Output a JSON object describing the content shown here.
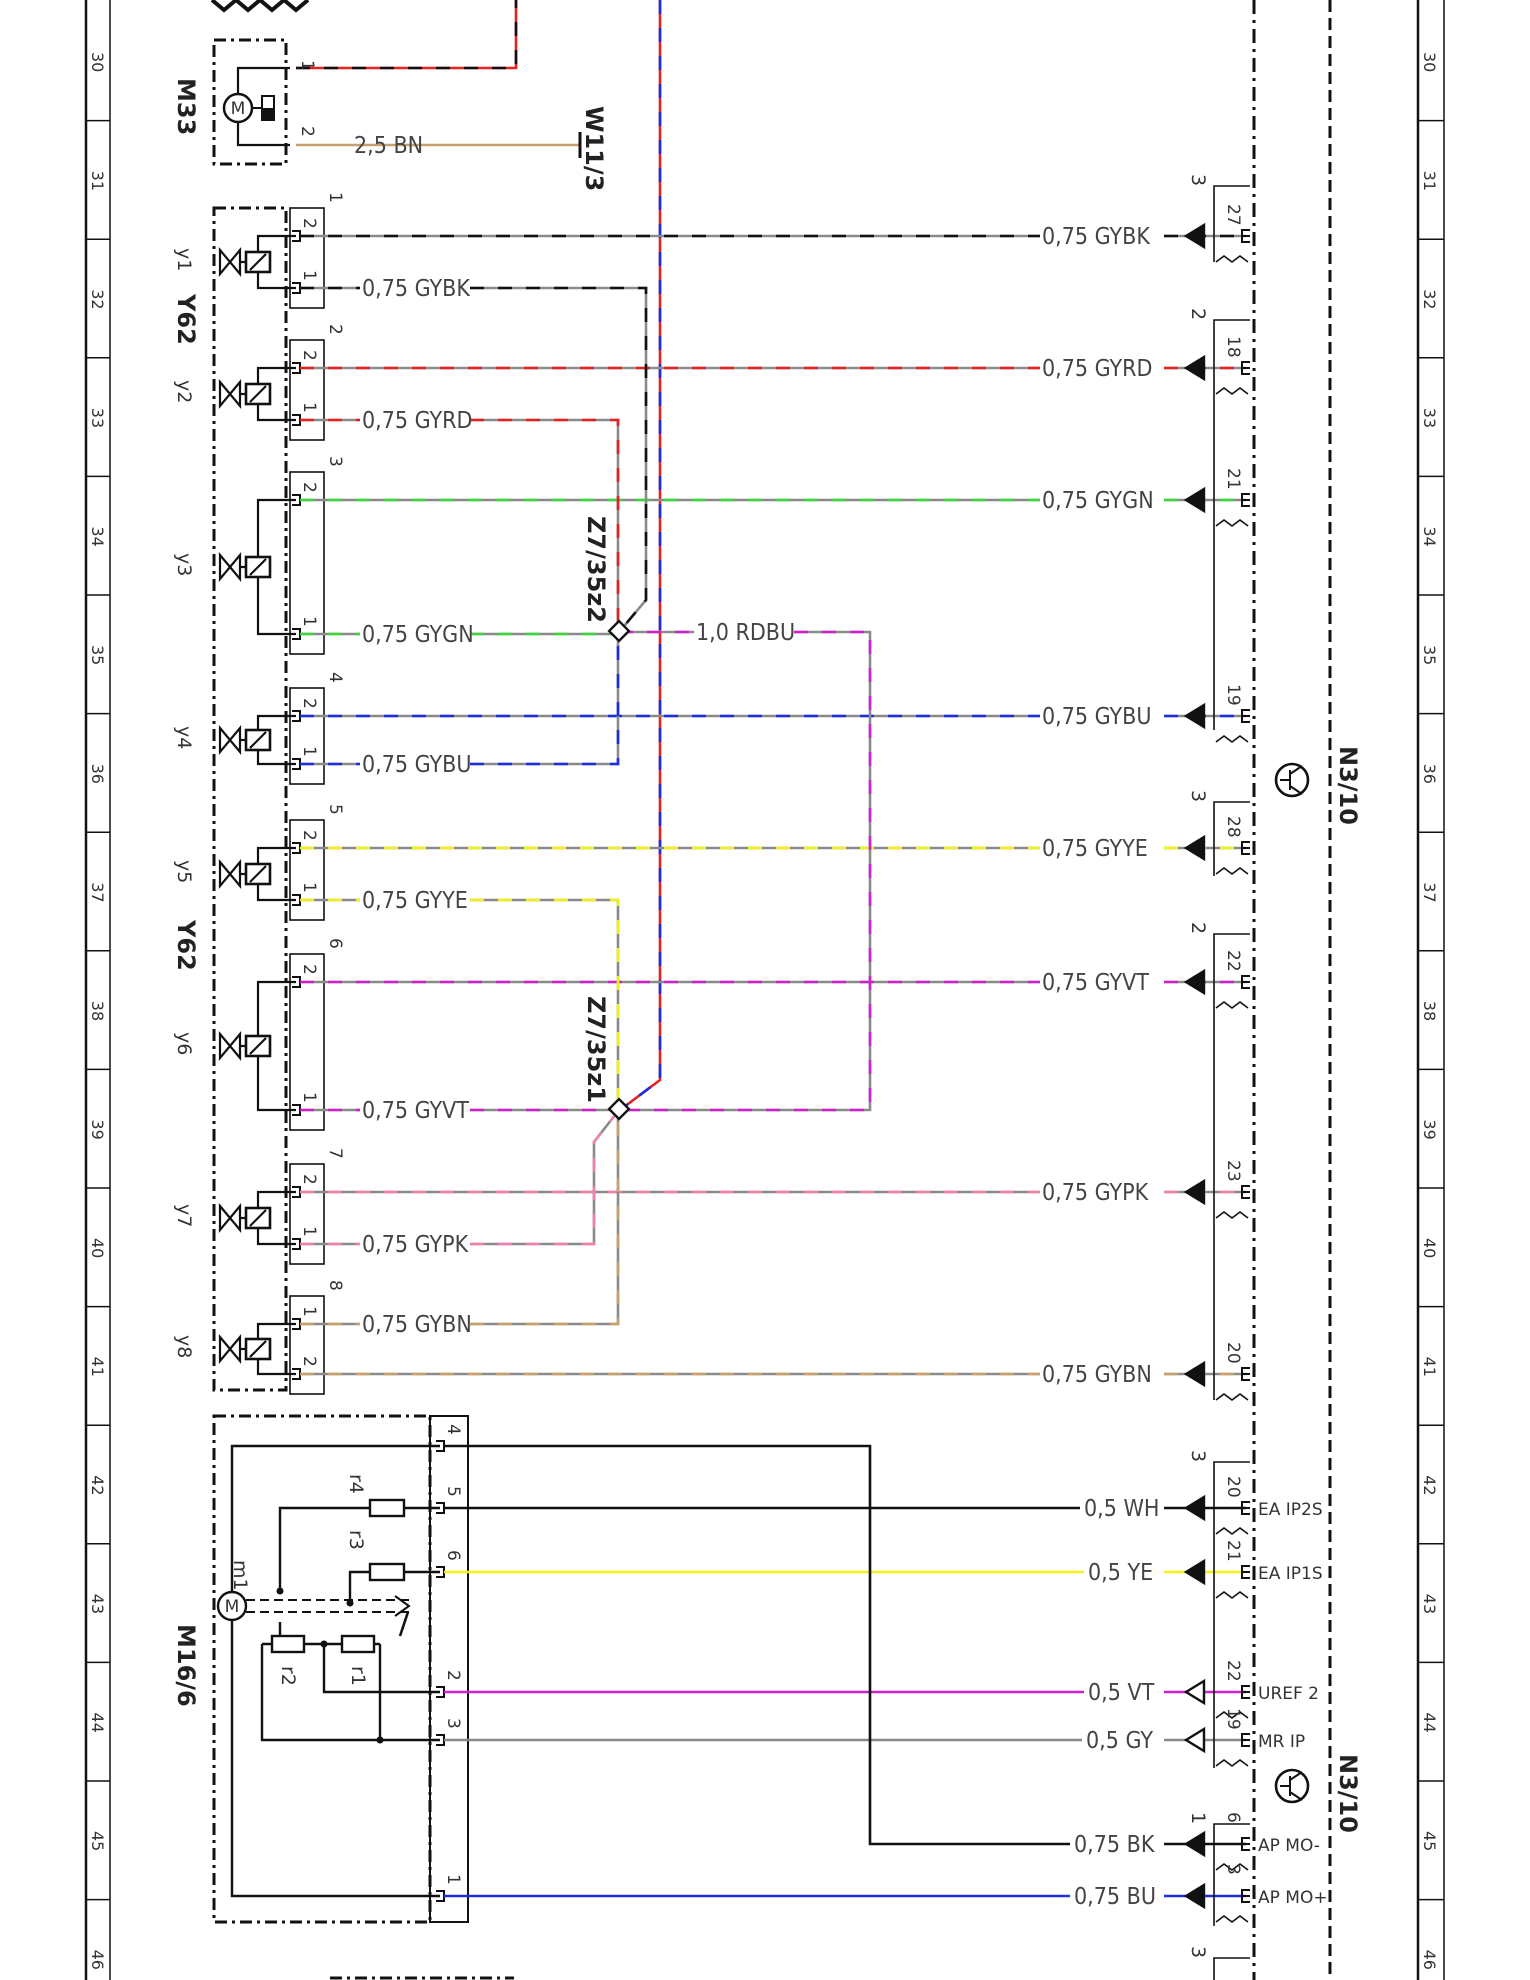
{
  "ruler_rows": [
    "30",
    "31",
    "32",
    "33",
    "34",
    "35",
    "36",
    "37",
    "38",
    "39",
    "40",
    "41",
    "42",
    "43",
    "44",
    "45",
    "46"
  ],
  "components": {
    "m33": {
      "ref": "M33",
      "pin1": "1",
      "pin2": "2"
    },
    "ground": {
      "ref": "W11/3"
    },
    "y62_top": {
      "ref": "Y62"
    },
    "y62_mid": {
      "ref": "Y62"
    },
    "m16": {
      "ref": "M16/6",
      "motor": "m1",
      "r1": "r1",
      "r2": "r2",
      "r3": "r3",
      "r4": "r4"
    },
    "splice_upper": {
      "ref": "Z7/35z2"
    },
    "splice_lower": {
      "ref": "Z7/35z1"
    },
    "ecu_upper": {
      "ref": "N3/10"
    },
    "ecu_lower": {
      "ref": "N3/10"
    }
  },
  "valves": [
    {
      "name": "y1",
      "number": "1",
      "top_pin": "2",
      "bottom_pin": "1"
    },
    {
      "name": "y2",
      "number": "2",
      "top_pin": "2",
      "bottom_pin": "1"
    },
    {
      "name": "y3",
      "number": "3",
      "top_pin": "2",
      "bottom_pin": "1"
    },
    {
      "name": "y4",
      "number": "4",
      "top_pin": "2",
      "bottom_pin": "1"
    },
    {
      "name": "y5",
      "number": "5",
      "top_pin": "2",
      "bottom_pin": "1"
    },
    {
      "name": "y6",
      "number": "6",
      "top_pin": "2",
      "bottom_pin": "1"
    },
    {
      "name": "y7",
      "number": "7",
      "top_pin": "2",
      "bottom_pin": "1"
    },
    {
      "name": "y8",
      "number": "8",
      "top_pin": "1",
      "bottom_pin": "2"
    }
  ],
  "wire_labels": {
    "m33_gnd": "2,5 BN",
    "y1_in": "0,75 GYBK",
    "y2_in": "0,75 GYRD",
    "y3_in": "0,75 GYGN",
    "y4_in": "0,75 GYBU",
    "y5_in": "0,75 GYYE",
    "y6_in": "0,75 GYVT",
    "y7_in": "0,75 GYPK",
    "y8_in": "0,75 GYBN",
    "splice_link": "1,0 RDBU",
    "y1_out": "0,75 GYBK",
    "y2_out": "0,75 GYRD",
    "y3_out": "0,75 GYGN",
    "y4_out": "0,75 GYBU",
    "y5_out": "0,75 GYYE",
    "y6_out": "0,75 GYVT",
    "y7_out": "0,75 GYPK",
    "y8_out": "0,75 GYBN",
    "m16_p5": "0,5 WH",
    "m16_p6": "0,5 YE",
    "m16_p2": "0,5 VT",
    "m16_p3": "0,5 GY",
    "m16_p4": "0,75 BK",
    "m16_p1": "0,75 BU"
  },
  "connectors": {
    "c1": {
      "group": "3",
      "pin": "27"
    },
    "c2": {
      "group": "2",
      "pin": "18"
    },
    "c3": {
      "pin": "21"
    },
    "c4": {
      "pin": "19"
    },
    "c5": {
      "group": "3",
      "pin": "28"
    },
    "c6": {
      "group": "2",
      "pin": "22"
    },
    "c7": {
      "pin": "23"
    },
    "c8": {
      "pin": "20"
    },
    "c9": {
      "group": "3",
      "pin": "20",
      "signal": "EA IP2S"
    },
    "c10": {
      "pin": "21",
      "signal": "EA IP1S"
    },
    "c11": {
      "pin": "22",
      "signal": "UREF 2"
    },
    "c12": {
      "pin": "19",
      "signal": "MR IP"
    },
    "c13": {
      "group": "1",
      "pin": "6",
      "signal": "AP MO-"
    },
    "c14": {
      "pin": "3",
      "signal": "AP MO+"
    },
    "c15": {
      "group": "3"
    }
  },
  "m16_pins": {
    "p4": "4",
    "p5": "5",
    "p6": "6",
    "p2": "2",
    "p3": "3",
    "p1": "1"
  },
  "colors": {
    "gray": "#8a8a8a",
    "black": "#111111",
    "red": "#e32222",
    "green": "#3ed63e",
    "blue": "#1c2ee0",
    "yellow": "#f2f21a",
    "violet": "#cc22cc",
    "pink": "#f07fb0",
    "brown": "#c8a06e"
  }
}
